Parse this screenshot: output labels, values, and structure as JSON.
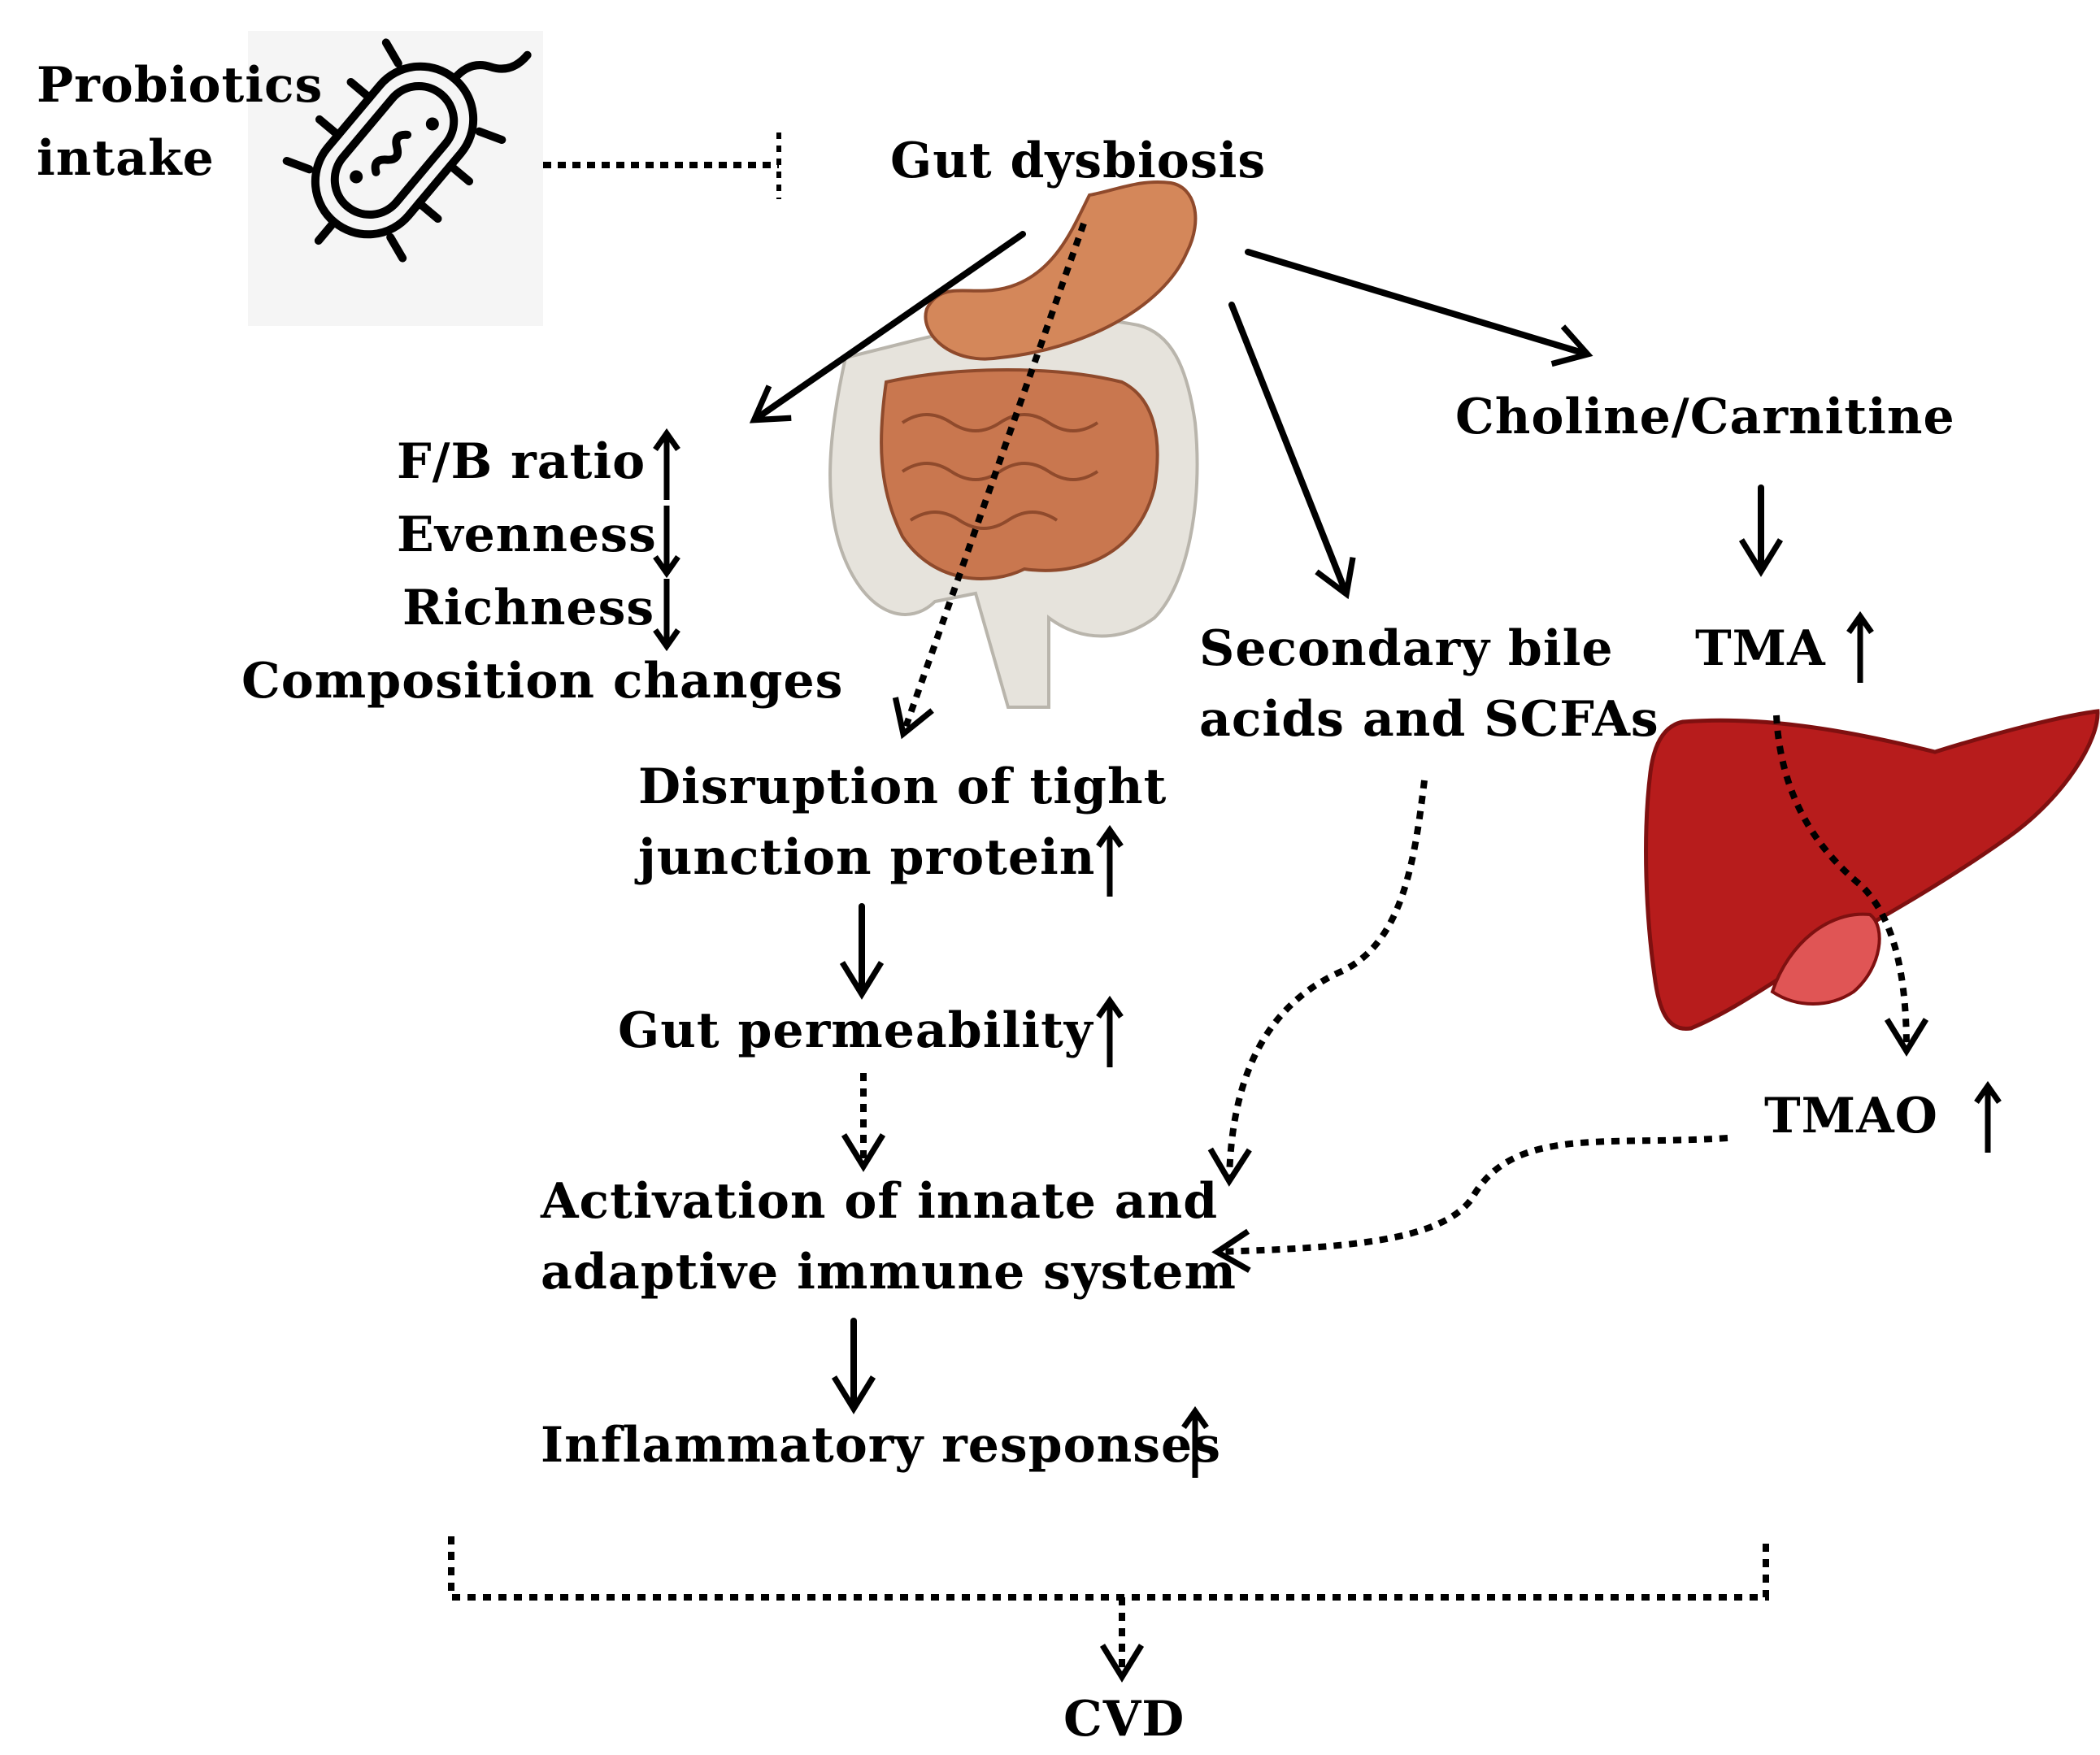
{
  "labels": {
    "probiotics": "Probiotics\nintake",
    "gut_dysbiosis": "Gut dysbiosis",
    "fb_ratio": "F/B ratio",
    "evenness": "Evenness",
    "richness": "Richness",
    "composition": "Composition changes",
    "choline": "Choline/Carnitine",
    "tma": "TMA",
    "secondary": "Secondary bile\nacids and SCFAs",
    "disruption": "Disruption of tight\njunction protein",
    "permeability": "Gut permeability",
    "activation": "Activation of innate and\nadaptive immune system",
    "tmao": "TMAO",
    "inflammatory": "Inflammatory responses",
    "cvd": "CVD"
  },
  "colors": {
    "text": "#000000",
    "liver": "#b71c1c",
    "gallbladder": "#e05555",
    "stomach": "#d4875a",
    "intestine": "#c9774f",
    "colon": "#e6e3dc",
    "icon_bg": "#f5f5f5"
  },
  "icons": {
    "bacterium": "bacterium-icon",
    "digestive": "digestive-system-illustration",
    "liver": "liver-illustration"
  }
}
